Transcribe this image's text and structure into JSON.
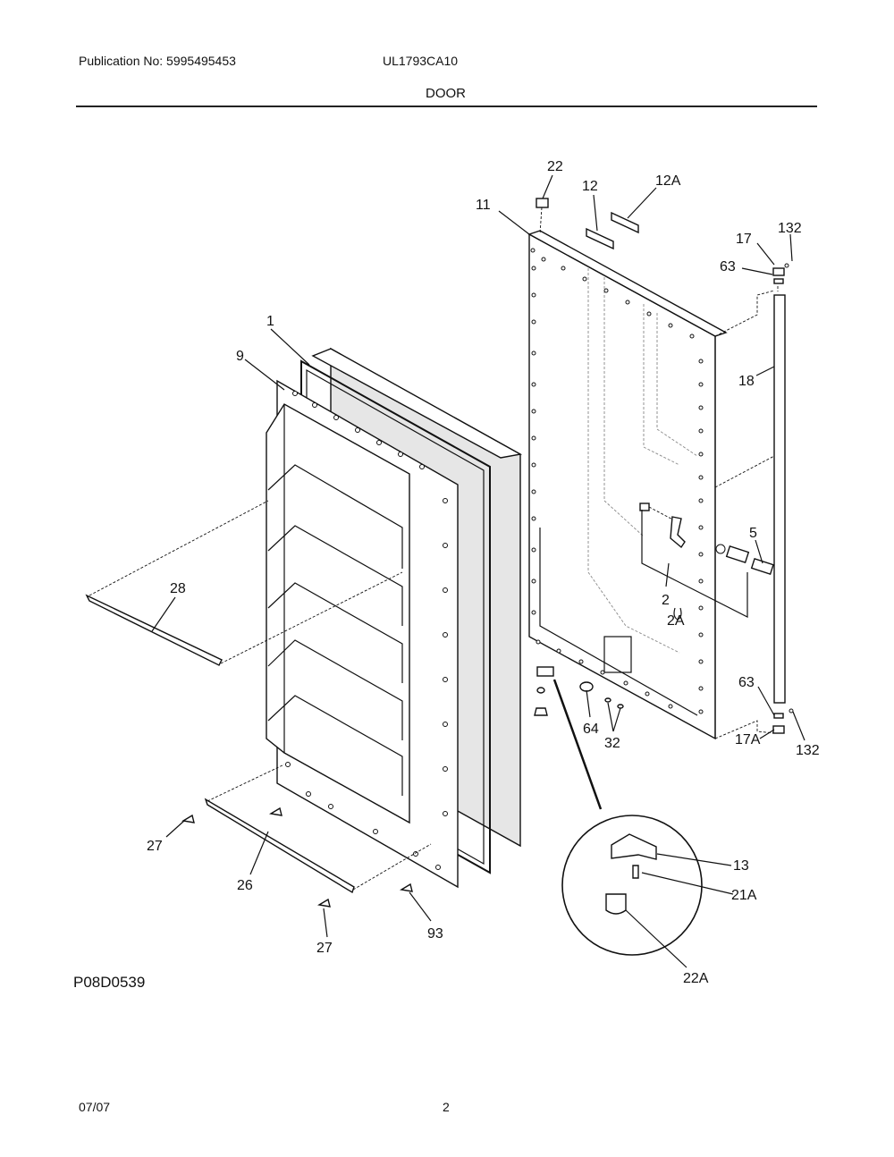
{
  "header": {
    "publication": "Publication No: 5995495453",
    "model": "UL1793CA10",
    "section_title": "DOOR"
  },
  "diagram": {
    "code": "P08D0539",
    "callouts": {
      "c22": "22",
      "c12": "12",
      "c12A": "12A",
      "c11": "11",
      "c17": "17",
      "c132a": "132",
      "c63a": "63",
      "c18": "18",
      "c5": "5",
      "c2": "2",
      "c2A": "2A",
      "c63b": "63",
      "c17A": "17A",
      "c132b": "132",
      "c64": "64",
      "c32": "32",
      "c1": "1",
      "c9": "9",
      "c28": "28",
      "c27a": "27",
      "c26": "26",
      "c27b": "27",
      "c93": "93",
      "c13": "13",
      "c21A": "21A",
      "c22A": "22A"
    }
  },
  "footer": {
    "date": "07/07",
    "page": "2"
  }
}
